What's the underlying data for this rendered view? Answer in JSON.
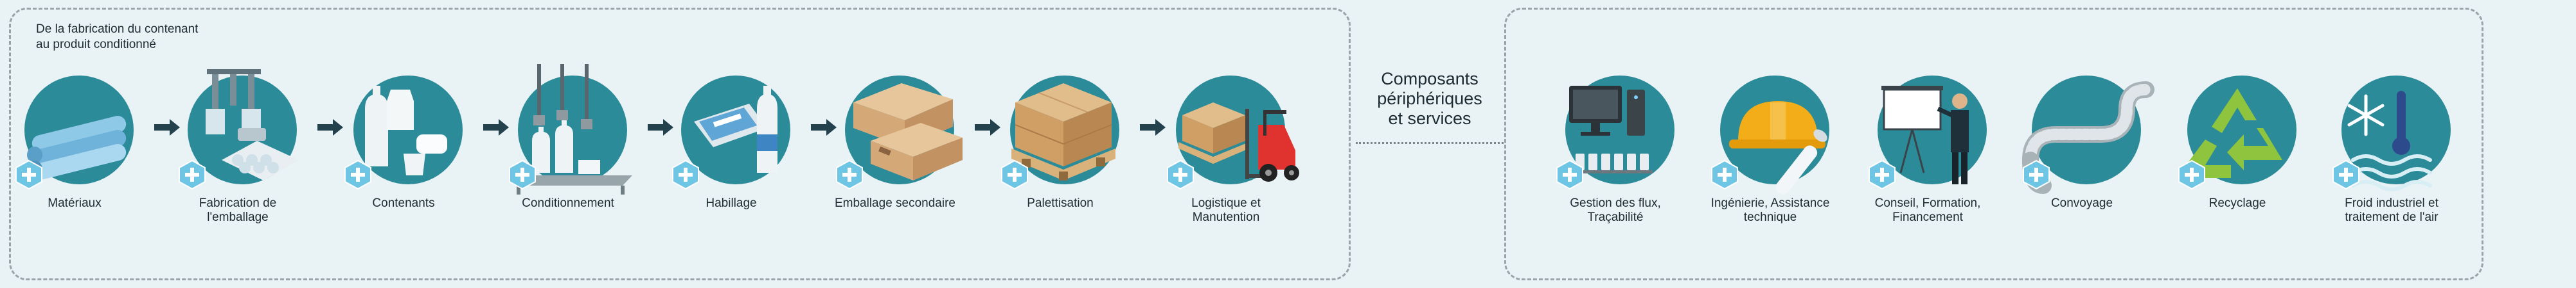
{
  "intro": {
    "line1": "De la fabrication du contenant",
    "line2": "au produit conditionné"
  },
  "center": {
    "line1": "Composants",
    "line2": "périphériques",
    "line3": "et services"
  },
  "process_steps": [
    {
      "label_lines": [
        "Matériaux"
      ],
      "icon": "pipes-icon"
    },
    {
      "label_lines": [
        "Fabrication de",
        "l'emballage"
      ],
      "icon": "blow-molding-icon"
    },
    {
      "label_lines": [
        "Contenants"
      ],
      "icon": "containers-icon"
    },
    {
      "label_lines": [
        "Conditionnement"
      ],
      "icon": "filling-machine-icon"
    },
    {
      "label_lines": [
        "Habillage"
      ],
      "icon": "labeled-bottle-icon"
    },
    {
      "label_lines": [
        "Emballage secondaire"
      ],
      "icon": "cardboard-boxes-icon"
    },
    {
      "label_lines": [
        "Palettisation"
      ],
      "icon": "pallet-icon"
    },
    {
      "label_lines": [
        "Logistique et",
        "Manutention"
      ],
      "icon": "forklift-icon"
    }
  ],
  "service_steps": [
    {
      "label_lines": [
        "Gestion des flux,",
        "Traçabilité"
      ],
      "icon": "computer-icon"
    },
    {
      "label_lines": [
        "Ingénierie, Assistance",
        "technique"
      ],
      "icon": "hardhat-icon"
    },
    {
      "label_lines": [
        "Conseil, Formation,",
        "Financement"
      ],
      "icon": "presentation-icon"
    },
    {
      "label_lines": [
        "Convoyage"
      ],
      "icon": "conveyor-icon"
    },
    {
      "label_lines": [
        "Recyclage"
      ],
      "icon": "recycle-icon"
    },
    {
      "label_lines": [
        "Froid industriel et",
        "traitement de l'air"
      ],
      "icon": "snowflake-icon"
    }
  ],
  "colors": {
    "disc": "#2b8b98",
    "plus_badge": "#6fc6e4",
    "arrow": "#24424d",
    "background": "#e9f3f5"
  }
}
